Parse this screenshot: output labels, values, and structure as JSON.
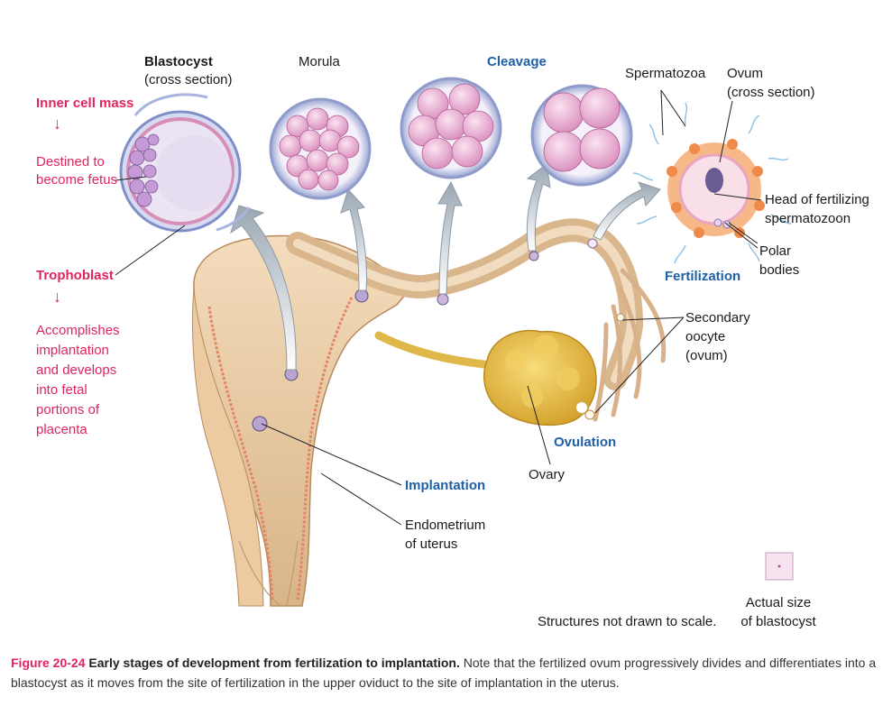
{
  "labels": {
    "blastocyst": "Blastocyst",
    "blastocyst_sub": "(cross section)",
    "morula": "Morula",
    "cleavage": "Cleavage",
    "spermatozoa": "Spermatozoa",
    "ovum": "Ovum",
    "ovum_sub": "(cross section)",
    "head_line1": "Head of fertilizing",
    "head_line2": "spermatozoon",
    "polar_line1": "Polar",
    "polar_line2": "bodies",
    "fertilization": "Fertilization",
    "inner_cell_mass": "Inner cell mass",
    "destined_line1": "Destined to",
    "destined_line2": "become fetus",
    "trophoblast": "Trophoblast",
    "accomplishes": [
      "Accomplishes",
      "implantation",
      "and develops",
      "into fetal",
      "portions of",
      "placenta"
    ],
    "secondary_line1": "Secondary",
    "secondary_line2": "oocyte",
    "secondary_line3": "(ovum)",
    "ovulation": "Ovulation",
    "ovary": "Ovary",
    "implantation": "Implantation",
    "endometrium_line1": "Endometrium",
    "endometrium_line2": "of uterus",
    "actual_line1": "Actual size",
    "actual_line2": "of blastocyst",
    "not_to_scale": "Structures not drawn to scale."
  },
  "caption": {
    "figure_number": "Figure 20-24",
    "title": "Early stages of development from fertilization to implantation.",
    "text": "Note that the fertilized ovum progressively divides and differentiates into a blastocyst as it moves from the site of fertilization in the upper oviduct to the site of implantation in the uterus."
  },
  "colors": {
    "label_blue": "#1f5fa8",
    "label_red": "#e0245e",
    "tissue": "#e8c9a0",
    "cell": "#e9a9d0",
    "ovary": "#e3b43c"
  }
}
